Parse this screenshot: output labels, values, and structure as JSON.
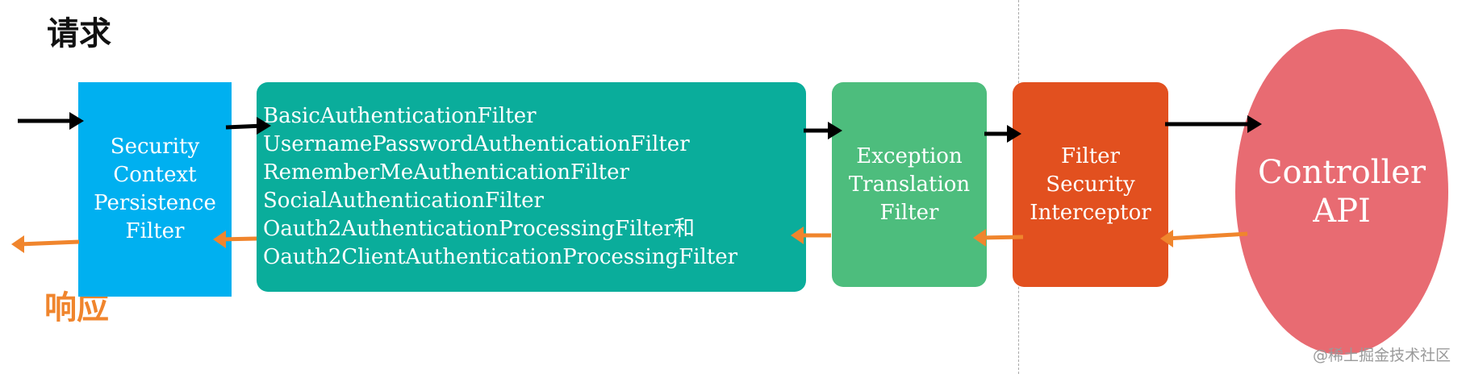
{
  "labels": {
    "request": "请求",
    "response": "响应"
  },
  "boxes": {
    "scpf": [
      "Security",
      "Context",
      "Persistence",
      "Filter"
    ],
    "auth": [
      "BasicAuthenticationFilter",
      "UsernamePasswordAuthenticationFilter",
      "RememberMeAuthenticationFilter",
      "SocialAuthenticationFilter",
      "Oauth2AuthenticationProcessingFilter和",
      "Oauth2ClientAuthenticationProcessingFilter"
    ],
    "etf": [
      "Exception",
      "Translation",
      "Filter"
    ],
    "fsi": [
      "Filter",
      "Security",
      "Interceptor"
    ],
    "controller": [
      "Controller",
      "API"
    ]
  },
  "watermark": "@稀土掘金技术社区",
  "colors": {
    "request_arrow": "#000000",
    "response_arrow": "#f0852d",
    "scpf": "#00b0f0",
    "auth": "#0aad9b",
    "etf": "#4dbd7d",
    "fsi": "#e2501f",
    "controller": "#e86b72"
  }
}
